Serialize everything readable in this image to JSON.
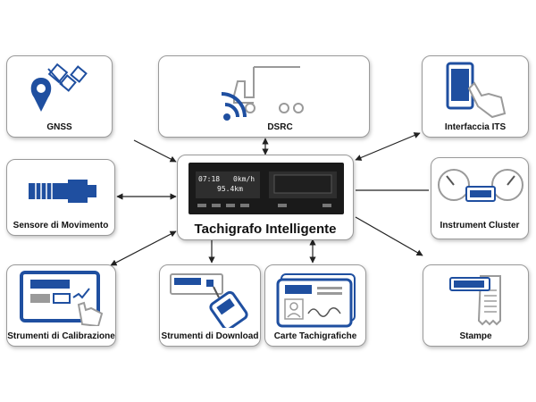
{
  "center": {
    "title": "Tachigrafo Intelligente",
    "display_time": "07:18",
    "display_speed": "0km/h",
    "display_distance": "95.4km"
  },
  "nodes": {
    "gnss": "GNSS",
    "dsrc": "DSRC",
    "its": "Interfaccia ITS",
    "motion_sensor": "Sensore di Movimento",
    "instrument_cluster": "Instrument Cluster",
    "calibration": "Strumenti di Calibrazione",
    "download": "Strumenti di Download",
    "cards": "Carte Tachigrafiche",
    "print": "Stampe"
  },
  "colors": {
    "accent": "#1f4fa0",
    "arrow": "#222222",
    "border": "#9a9a9a"
  }
}
